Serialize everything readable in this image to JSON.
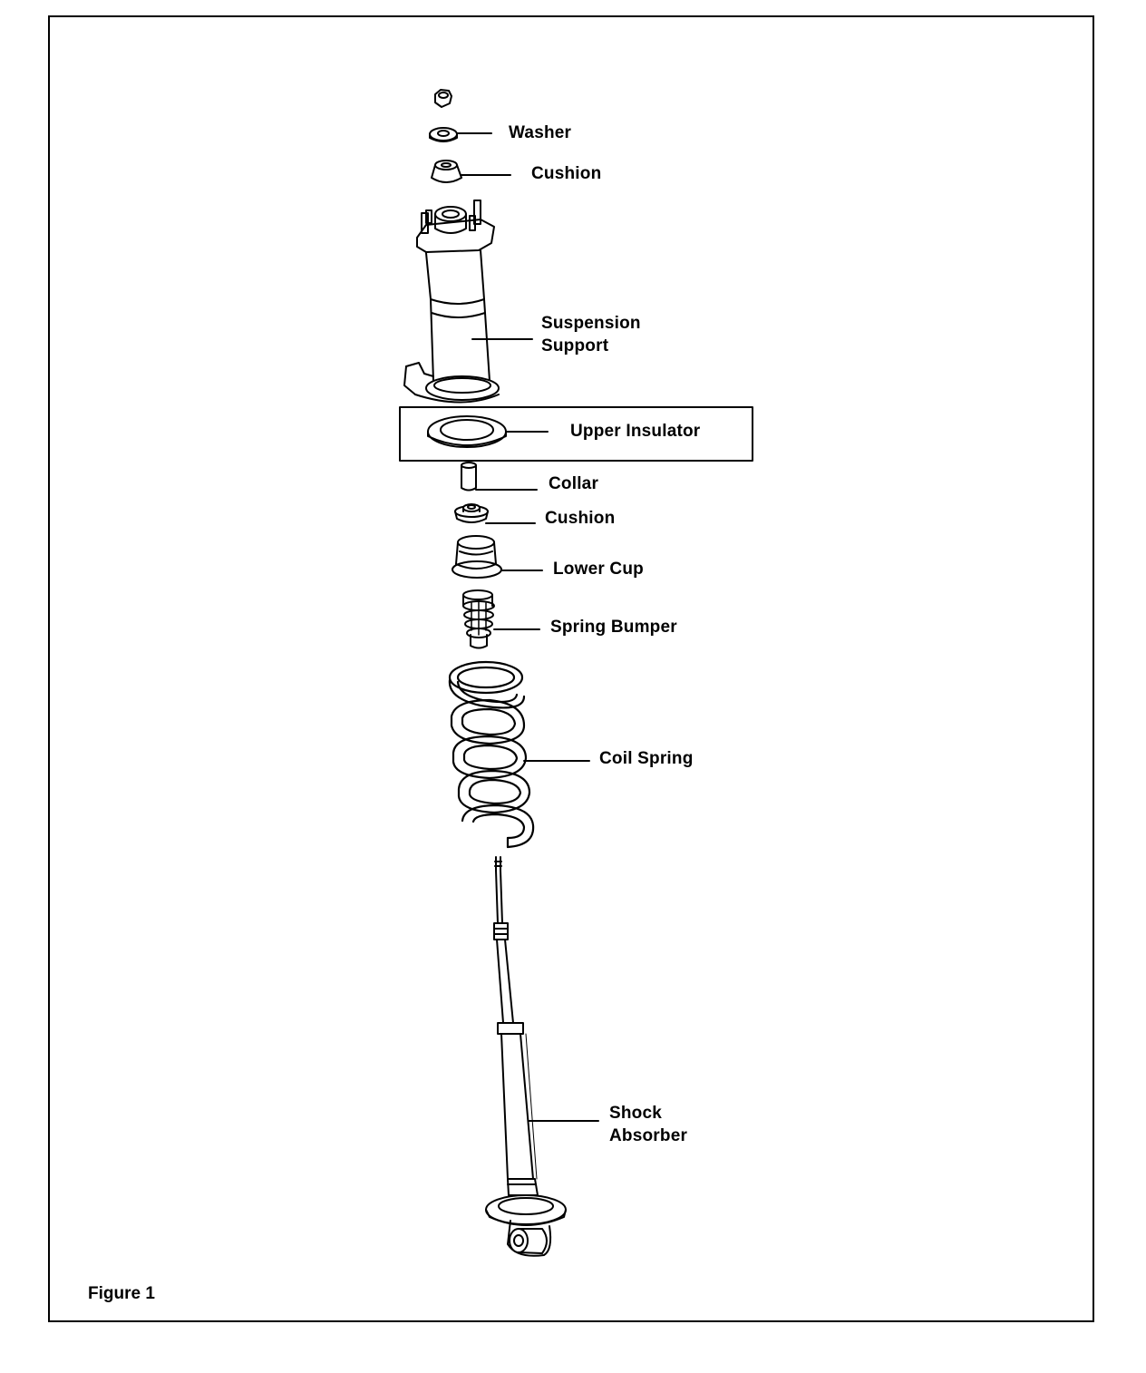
{
  "figure": {
    "caption": "Figure 1"
  },
  "parts": [
    {
      "id": "washer",
      "label": "Washer"
    },
    {
      "id": "cushion-top",
      "label": "Cushion"
    },
    {
      "id": "suspension-support",
      "label": "Suspension\nSupport"
    },
    {
      "id": "upper-insulator",
      "label": "Upper Insulator",
      "highlighted": true
    },
    {
      "id": "collar",
      "label": "Collar"
    },
    {
      "id": "cushion-lower",
      "label": "Cushion"
    },
    {
      "id": "lower-cup",
      "label": "Lower Cup"
    },
    {
      "id": "spring-bumper",
      "label": "Spring Bumper"
    },
    {
      "id": "coil-spring",
      "label": "Coil Spring"
    },
    {
      "id": "shock-absorber",
      "label": "Shock\nAbsorber"
    }
  ],
  "colors": {
    "line": "#000000",
    "background": "#ffffff"
  }
}
